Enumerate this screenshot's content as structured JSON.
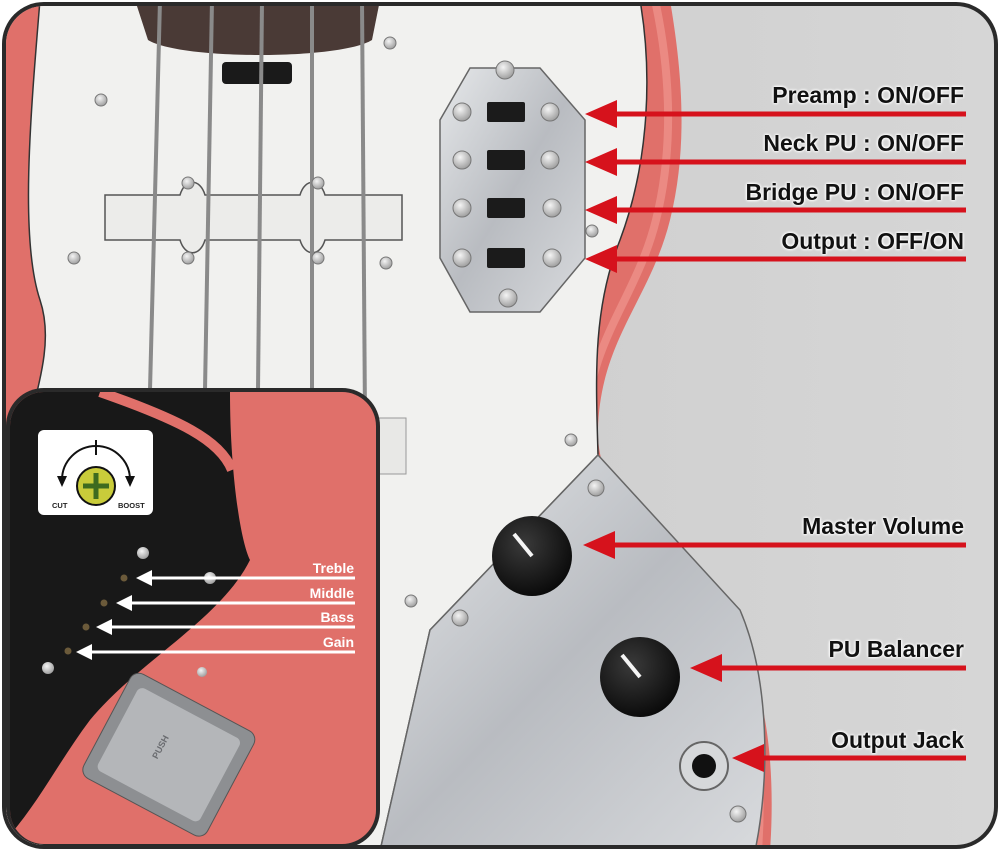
{
  "callouts": {
    "preamp": "Preamp : ON/OFF",
    "neck_pu": "Neck PU : ON/OFF",
    "bridge_pu": "Bridge PU : ON/OFF",
    "output": "Output : OFF/ON",
    "master_volume": "Master Volume",
    "pu_balancer": "PU Balancer",
    "output_jack": "Output Jack"
  },
  "inset": {
    "treble": "Treble",
    "middle": "Middle",
    "bass": "Bass",
    "gain": "Gain",
    "cut": "CUT",
    "boost": "BOOST",
    "plate_text": "PUSH"
  },
  "colors": {
    "body_coral": "#e0706a",
    "arrow_red": "#d6121c",
    "pickguard": "#f1f1ef",
    "chrome": "#c9ccd0",
    "frame": "#2a2a2a",
    "knob_yellow": "#c9cc3a"
  }
}
